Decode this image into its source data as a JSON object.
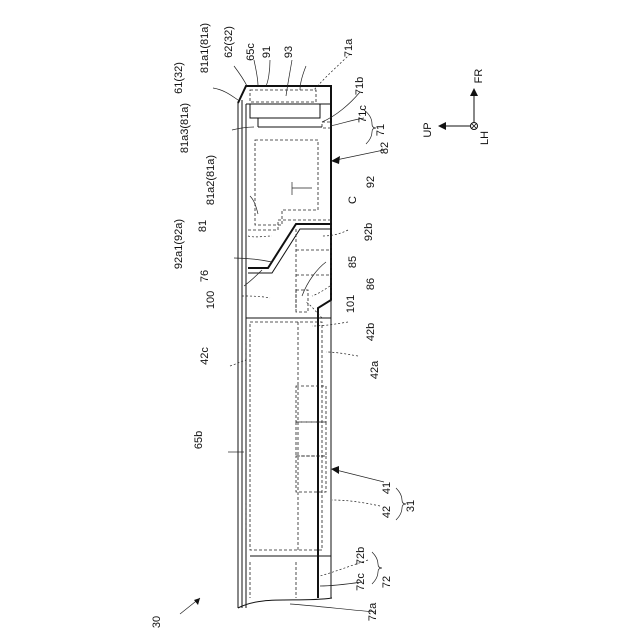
{
  "labels": {
    "fig": "30",
    "l61": "61(32)",
    "l62": "62(32)",
    "l81a1": "81a1(81a)",
    "l65c": "65c",
    "l91": "91",
    "l93": "93",
    "l71a": "71a",
    "l71b": "71b",
    "l71c": "71c",
    "l71": "71",
    "l81a3": "81a3(81a)",
    "l82": "82",
    "l92": "92",
    "lC": "C",
    "l81a2": "81a2(81a)",
    "l81": "81",
    "l92b": "92b",
    "l92a1": "92a1(92a)",
    "l76": "76",
    "l85": "85",
    "l86": "86",
    "l100": "100",
    "l101": "101",
    "l42b": "42b",
    "l42c": "42c",
    "l42a": "42a",
    "l65b": "65b",
    "l41": "41",
    "l42": "42",
    "l31": "31",
    "l72b": "72b",
    "l72c": "72c",
    "l72a": "72a",
    "l72": "72"
  },
  "axes": {
    "up": "UP",
    "fr": "FR",
    "lh": "LH"
  }
}
